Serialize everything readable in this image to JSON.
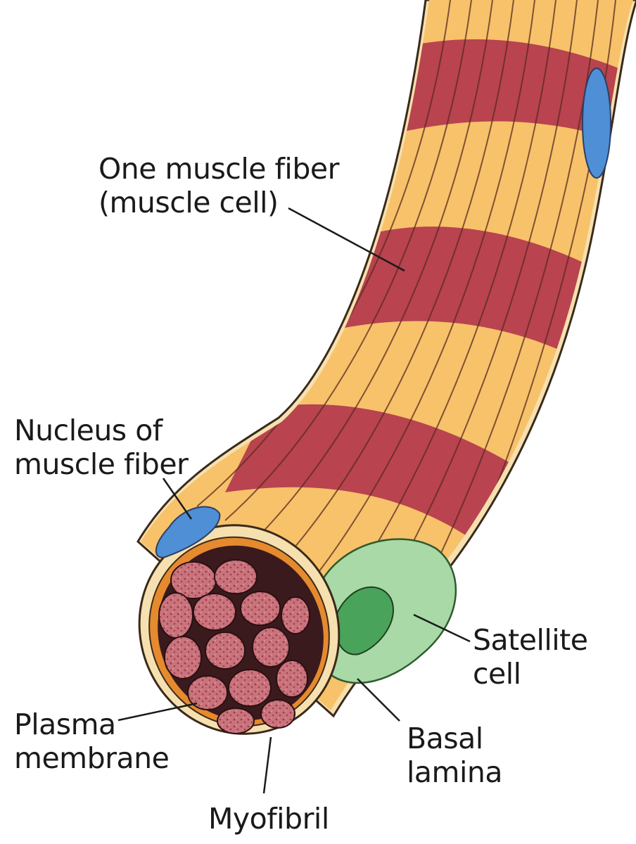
{
  "labels": {
    "muscle_fiber": {
      "line1": "One muscle fiber",
      "line2": "(muscle cell)"
    },
    "nucleus": {
      "line1": "Nucleus of",
      "line2": "muscle fiber"
    },
    "satellite": {
      "line1": "Satellite",
      "line2": "cell"
    },
    "plasma": {
      "line1": "Plasma",
      "line2": "membrane"
    },
    "basal": {
      "line1": "Basal",
      "line2": "lamina"
    },
    "myofibril": {
      "line1": "Myofibril"
    }
  },
  "colors": {
    "band_red": "#b9434f",
    "band_yellow": "#f7c26a",
    "membrane": "#f3d9a4",
    "nucleus_blue": "#4e8fd6",
    "satellite_light": "#a8d9a6",
    "satellite_dark": "#4aa35a",
    "myofibril_fill": "#c97880",
    "plasma_orange": "#e58a2e"
  }
}
